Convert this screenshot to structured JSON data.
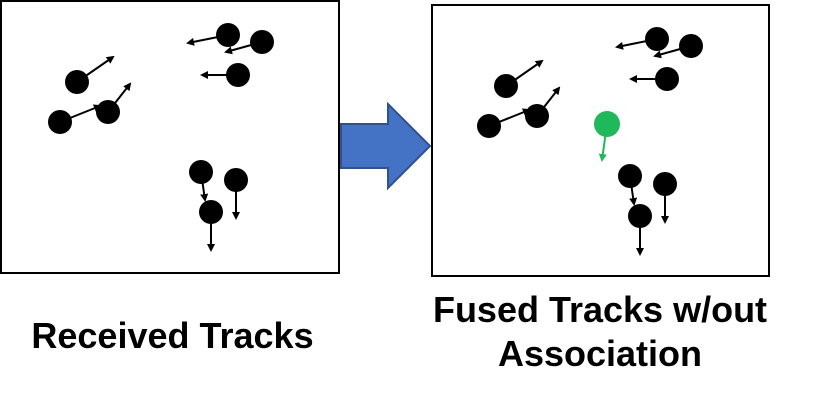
{
  "left_panel": {
    "caption": "Received Tracks"
  },
  "right_panel": {
    "caption_lines": [
      "Fused Tracks w/out",
      "Association"
    ]
  },
  "colors": {
    "frame": "#000000",
    "track": "#000000",
    "fused_track": "#1fb85a",
    "arrow_fill": "#4472c4",
    "arrow_stroke": "#2f528f"
  },
  "icons": {
    "transition": "right-block-arrow"
  }
}
